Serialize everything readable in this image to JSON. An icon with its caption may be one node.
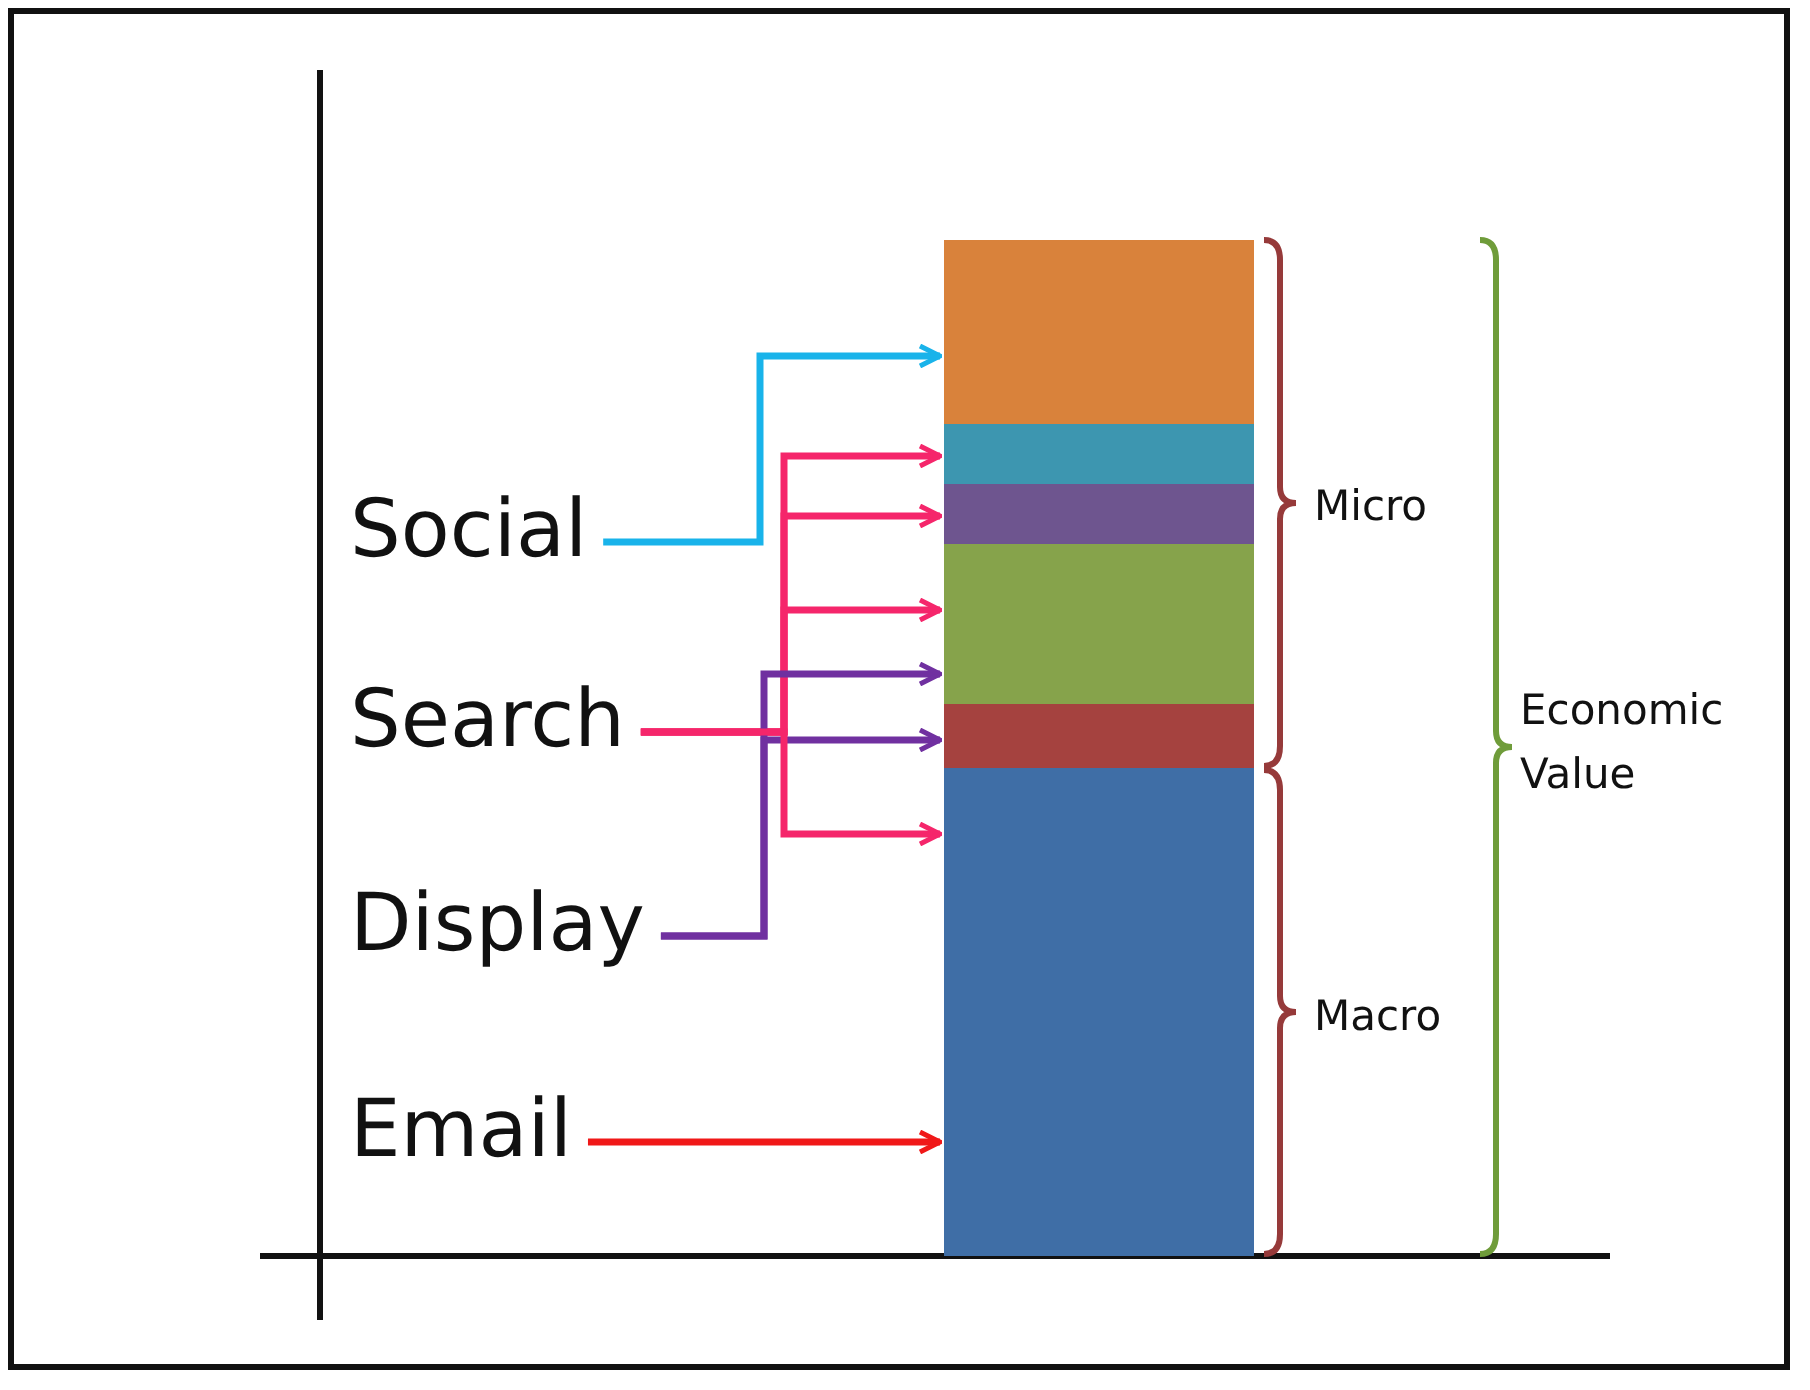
{
  "diagram": {
    "nodes": [
      {
        "text": [
          "Social"
        ]
      },
      {
        "text": [
          "Search"
        ]
      },
      {
        "text": [
          "Display"
        ]
      },
      {
        "text": [
          "Email"
        ]
      },
      {
        "text": [],
        "shape": "bar"
      },
      {
        "text": [],
        "shape": "bar"
      },
      {
        "text": [],
        "shape": "bar"
      },
      {
        "text": [],
        "shape": "bar"
      },
      {
        "text": [],
        "shape": "bar"
      },
      {
        "text": [],
        "shape": "bar"
      }
    ],
    "edges": [
      {
        "from": 0,
        "to": 4,
        "arrow": "to",
        "color": "#19b3ea"
      },
      {
        "from": 1,
        "to": 5,
        "arrow": "to"
      },
      {
        "from": 1,
        "to": 6,
        "arrow": "to"
      },
      {
        "from": 1,
        "to": 7,
        "arrow": "to"
      },
      {
        "from": 2,
        "to": 7,
        "arrow": "to",
        "color": "#7030a0"
      },
      {
        "from": 2,
        "to": 8,
        "arrow": "to",
        "color": "#7030a0"
      },
      {
        "from": 1,
        "to": 9,
        "arrow": "to"
      },
      {
        "from": 3,
        "to": 9,
        "arrow": "to",
        "color": "#f01818"
      }
    ],
    "labels": [
      "Micro",
      "Macro",
      "Economic Value"
    ]
  }
}
